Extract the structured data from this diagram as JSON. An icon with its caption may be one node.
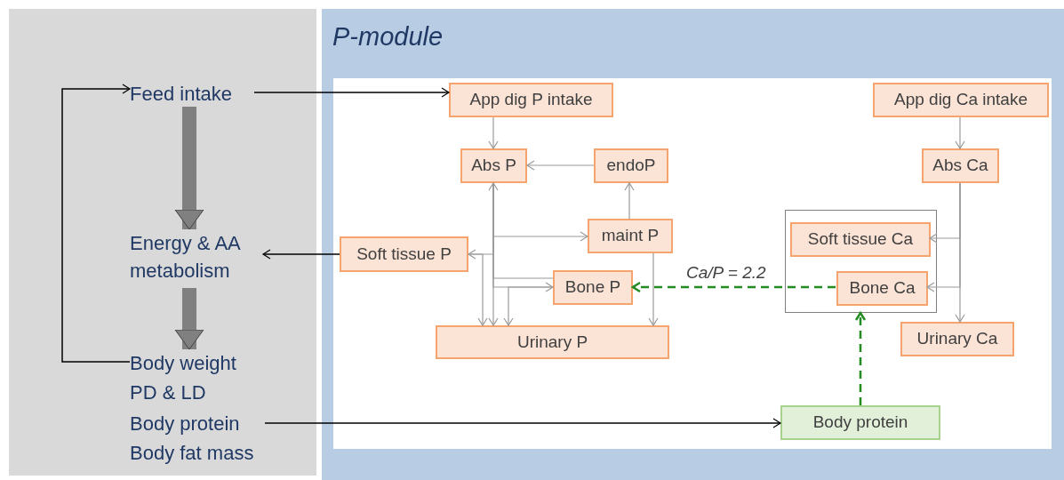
{
  "diagram": {
    "nodes": [
      {
        "text": [],
        "shape": "box"
      },
      {
        "text": [
          "Feed intake"
        ],
        "in": 0
      },
      {
        "text": [
          "Energy & AA metabolism"
        ],
        "in": 0
      },
      {
        "text": [
          "Body weight"
        ],
        "in": 0
      },
      {
        "text": [
          "PD & LD"
        ],
        "in": 0
      },
      {
        "text": [
          "Body protein"
        ],
        "in": 0
      },
      {
        "text": [
          "Body fat mass"
        ],
        "in": 0
      },
      {
        "text": [
          "P-module"
        ]
      },
      {
        "text": [
          "App dig P intake"
        ],
        "in": 7
      },
      {
        "text": [
          "Abs P"
        ],
        "in": 7
      },
      {
        "text": [
          "endoP"
        ],
        "in": 7
      },
      {
        "text": [
          "maint P"
        ],
        "in": 7
      },
      {
        "text": [
          "Soft tissue P"
        ],
        "in": 7
      },
      {
        "text": [
          "Bone P"
        ],
        "in": 7
      },
      {
        "text": [
          "Urinary P"
        ],
        "in": 7
      },
      {
        "text": [
          "App dig Ca intake"
        ],
        "in": 7
      },
      {
        "text": [
          "Abs Ca"
        ],
        "in": 7
      },
      {
        "text": [],
        "shape": "box",
        "in": 7
      },
      {
        "text": [
          "Soft tissue Ca"
        ],
        "in": 17
      },
      {
        "text": [
          "Bone Ca"
        ],
        "in": 17
      },
      {
        "text": [
          "Urinary Ca"
        ],
        "in": 7
      },
      {
        "text": [
          "Body protein"
        ],
        "in": 7
      }
    ],
    "edges": [
      {
        "from": 1,
        "to": 8,
        "arrow": "to",
        "color": "#000000"
      },
      {
        "from": 1,
        "to": 2,
        "arrow": "to",
        "style": "thick",
        "color": "#808080"
      },
      {
        "from": 2,
        "to": 3,
        "arrow": "to",
        "style": "thick",
        "color": "#808080"
      },
      {
        "from": 3,
        "to": 1,
        "arrow": "to",
        "color": "#000000"
      },
      {
        "from": 12,
        "to": 2,
        "arrow": "to",
        "color": "#000000"
      },
      {
        "from": 5,
        "to": 21,
        "arrow": "to",
        "color": "#000000"
      },
      {
        "from": 8,
        "to": 9,
        "arrow": "to"
      },
      {
        "from": 10,
        "to": 9,
        "arrow": "to"
      },
      {
        "from": 11,
        "to": 10,
        "arrow": "to"
      },
      {
        "from": 9,
        "to": 11,
        "arrow": "to"
      },
      {
        "from": 9,
        "to": 12,
        "arrow": "to"
      },
      {
        "from": 9,
        "to": 13,
        "arrow": "to"
      },
      {
        "from": 13,
        "to": 9,
        "arrow": "to"
      },
      {
        "from": 9,
        "to": 14,
        "arrow": "to"
      },
      {
        "from": 12,
        "to": 14,
        "arrow": "to"
      },
      {
        "from": 13,
        "to": 14,
        "arrow": "to"
      },
      {
        "from": 11,
        "to": 14,
        "arrow": "to"
      },
      {
        "from": 19,
        "to": 13,
        "arrow": "to",
        "label": "Ca/P = 2.2",
        "style": "dashed",
        "color": "#228b22"
      },
      {
        "from": 21,
        "to": 17,
        "arrow": "to",
        "style": "dashed",
        "color": "#228b22"
      },
      {
        "from": 15,
        "to": 16,
        "arrow": "to"
      },
      {
        "from": 16,
        "to": 18,
        "arrow": "to"
      },
      {
        "from": 16,
        "to": 19,
        "arrow": "to"
      },
      {
        "from": 16,
        "to": 20,
        "arrow": "to"
      }
    ]
  }
}
